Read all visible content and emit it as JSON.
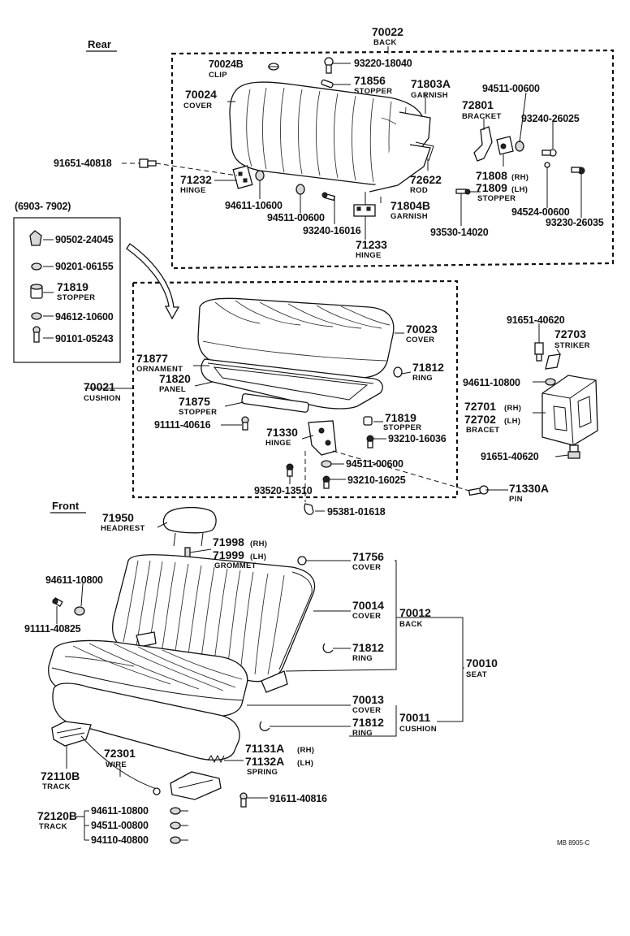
{
  "sections": {
    "rear": "Rear",
    "front": "Front",
    "inset": "(6903- 7902)"
  },
  "footer_code": "MB 8905-C",
  "labels": {
    "back_group": {
      "pn": "70022",
      "name": "BACK"
    },
    "clip": {
      "pn": "70024B",
      "name": "CLIP"
    },
    "bolt_93220": {
      "pn": "93220-18040"
    },
    "stopper_71856": {
      "pn": "71856",
      "name": "STOPPER"
    },
    "garnish_71803a": {
      "pn": "71803A",
      "name": "GARNISH"
    },
    "cover_70024": {
      "pn": "70024",
      "name": "COVER"
    },
    "nut_94511_a": {
      "pn": "94511-00600"
    },
    "bracket_72801": {
      "pn": "72801",
      "name": "BRACKET"
    },
    "screw_93240_26025": {
      "pn": "93240-26025"
    },
    "bolt_91651_40818": {
      "pn": "91651-40818"
    },
    "hinge_71232": {
      "pn": "71232",
      "name": "HINGE"
    },
    "rod_72622": {
      "pn": "72622",
      "name": "ROD"
    },
    "stopper_71808": {
      "pn": "71808",
      "suffix": "(RH)"
    },
    "stopper_71809": {
      "pn": "71809",
      "suffix": "(LH)",
      "name": "STOPPER"
    },
    "nut_94611_10600": {
      "pn": "94611-10600"
    },
    "nut_94511_b": {
      "pn": "94511-00600"
    },
    "garnish_71804b": {
      "pn": "71804B",
      "name": "GARNISH"
    },
    "screw_93240_16016": {
      "pn": "93240-16016"
    },
    "screw_93530": {
      "pn": "93530-14020"
    },
    "hinge_71233": {
      "pn": "71233",
      "name": "HINGE"
    },
    "nut_94524": {
      "pn": "94524-00600"
    },
    "screw_93230": {
      "pn": "93230-26035"
    },
    "inset_90502": {
      "pn": "90502-24045"
    },
    "inset_90201": {
      "pn": "90201-06155"
    },
    "inset_71819": {
      "pn": "71819",
      "name": "STOPPER"
    },
    "inset_94612": {
      "pn": "94612-10600"
    },
    "inset_90101": {
      "pn": "90101-05243"
    },
    "cover_70023": {
      "pn": "70023",
      "name": "COVER"
    },
    "ornament_71877": {
      "pn": "71877",
      "name": "ORNAMENT"
    },
    "panel_71820": {
      "pn": "71820",
      "name": "PANEL"
    },
    "ring_71812_a": {
      "pn": "71812",
      "name": "RING"
    },
    "cushion_70021": {
      "pn": "70021",
      "name": "CUSHION"
    },
    "stopper_71875": {
      "pn": "71875",
      "name": "STOPPER"
    },
    "bolt_91111_40616": {
      "pn": "91111-40616"
    },
    "hinge_71330": {
      "pn": "71330",
      "name": "HINGE"
    },
    "stopper_71819": {
      "pn": "71819",
      "name": "STOPPER"
    },
    "screw_93210_16036": {
      "pn": "93210-16036"
    },
    "nut_94511_c": {
      "pn": "94511-00600"
    },
    "screw_93520": {
      "pn": "93520-13510"
    },
    "screw_93210_16025": {
      "pn": "93210-16025"
    },
    "pin_71330a": {
      "pn": "71330A",
      "name": "PIN"
    },
    "clip_95381": {
      "pn": "95381-01618"
    },
    "bolt_91651_40620_a": {
      "pn": "91651-40620"
    },
    "striker_72703": {
      "pn": "72703",
      "name": "STRIKER"
    },
    "nut_94611_10800_a": {
      "pn": "94611-10800"
    },
    "bracket_72701": {
      "pn": "72701",
      "suffix": "(RH)"
    },
    "bracket_72702": {
      "pn": "72702",
      "suffix": "(LH)",
      "name": "BRACET"
    },
    "bolt_91651_40620_b": {
      "pn": "91651-40620"
    },
    "headrest_71950": {
      "pn": "71950",
      "name": "HEADREST"
    },
    "grommet_71998": {
      "pn": "71998",
      "suffix": "(RH)"
    },
    "grommet_71999": {
      "pn": "71999",
      "suffix": "(LH)",
      "name": "GROMMET"
    },
    "cover_71756": {
      "pn": "71756",
      "name": "COVER"
    },
    "nut_94611_10800_b": {
      "pn": "94611-10800"
    },
    "bolt_91111_40825": {
      "pn": "91111-40825"
    },
    "cover_70014": {
      "pn": "70014",
      "name": "COVER"
    },
    "back_70012": {
      "pn": "70012",
      "name": "BACK"
    },
    "ring_71812_b": {
      "pn": "71812",
      "name": "RING"
    },
    "seat_70010": {
      "pn": "70010",
      "name": "SEAT"
    },
    "cover_70013": {
      "pn": "70013",
      "name": "COVER"
    },
    "cushion_70011": {
      "pn": "70011",
      "name": "CUSHION"
    },
    "ring_71812_c": {
      "pn": "71812",
      "name": "RING"
    },
    "track_72110b": {
      "pn": "72110B",
      "name": "TRACK"
    },
    "wire_72301": {
      "pn": "72301",
      "name": "WIRE"
    },
    "spring_71131a": {
      "pn": "71131A",
      "suffix": "(RH)"
    },
    "spring_71132a": {
      "pn": "71132A",
      "suffix": "(LH)",
      "name": "SPRING"
    },
    "bolt_91611_40816": {
      "pn": "91611-40816"
    },
    "track_72120b": {
      "pn": "72120B",
      "name": "TRACK"
    },
    "nut_94611_10800_c": {
      "pn": "94611-10800"
    },
    "nut_94511_00800": {
      "pn": "94511-00800"
    },
    "nut_94110": {
      "pn": "94110-40800"
    }
  }
}
